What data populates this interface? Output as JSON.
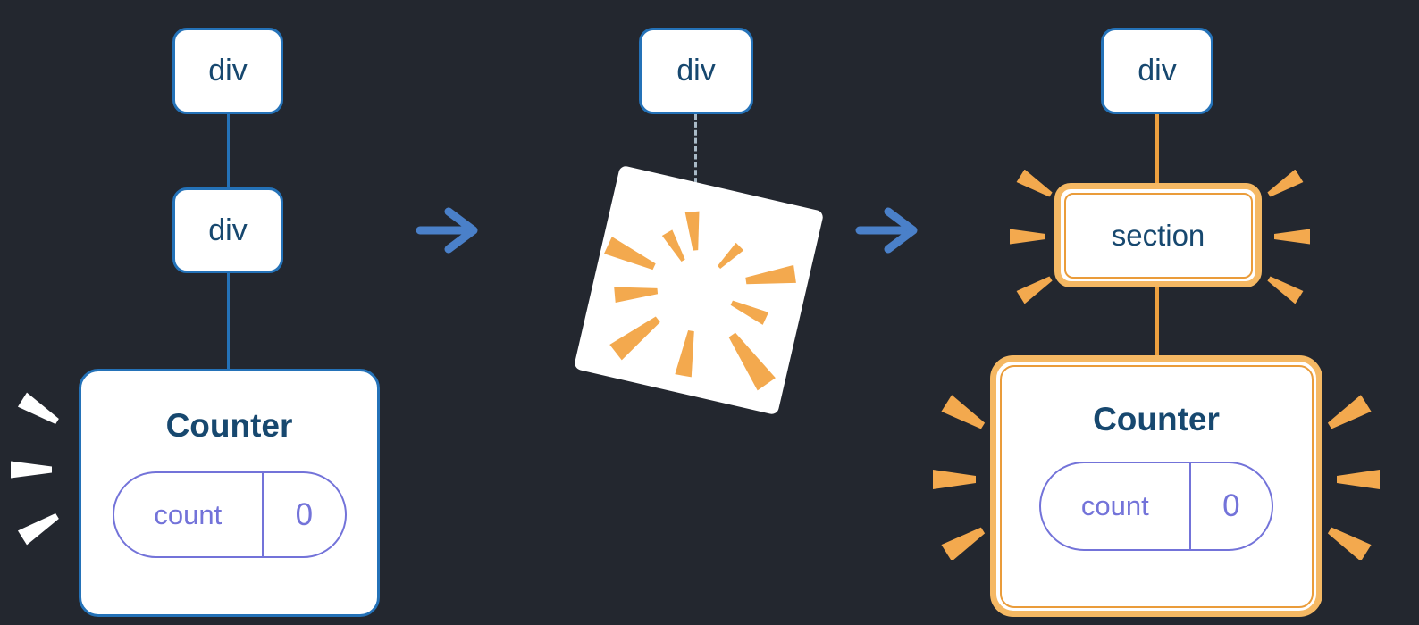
{
  "colors": {
    "background": "#23272f",
    "box_fill": "#ffffff",
    "blue_border": "#2472b8",
    "node_text_blue": "#17486f",
    "arrow_blue": "#4a80c9",
    "dashed_gray": "#a9bac7",
    "orange": "#eda03f",
    "orange_ring": "#f5b863",
    "orange_burst": "#f3a94e",
    "pill_purple": "#7373d9",
    "burst_white": "#ffffff"
  },
  "before": {
    "root_label": "div",
    "child_label": "div",
    "counter": {
      "title": "Counter",
      "state_name": "count",
      "state_value": "0"
    }
  },
  "transition": {
    "detached_label": "div"
  },
  "after": {
    "root_label": "div",
    "replaced_label": "section",
    "counter": {
      "title": "Counter",
      "state_name": "count",
      "state_value": "0"
    }
  }
}
